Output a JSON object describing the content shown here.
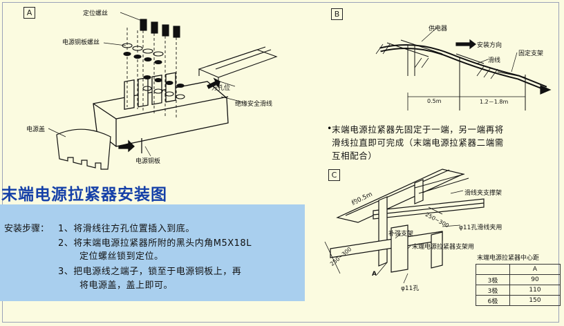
{
  "panel_a": {
    "letter": "A",
    "callouts": {
      "position_screw": "定位螺丝",
      "copper_plate_screw": "电源铜板螺丝",
      "square_hole": "方孔位",
      "insulated_conductor": "绝缘安全滑线",
      "power_cover": "电源盖",
      "copper_plate": "电源铜板"
    }
  },
  "panel_b": {
    "letter": "B",
    "callouts": {
      "power_feed": "供电器",
      "install_direction": "安装方向",
      "conductor": "滑线",
      "fixed_bracket": "固定支架"
    },
    "dimensions": {
      "left": "0.5m",
      "right": "1.2－1.8m"
    },
    "note_bullet": "•",
    "note_lines": [
      "末端电源拉紧器先固定于一端，另一端再将",
      "滑线拉直即可完成（末端电源拉紧器二端需",
      "互相配合）"
    ]
  },
  "panel_c": {
    "letter": "C",
    "callouts": {
      "clamp_bracket": "滑线夹支撑架",
      "clamp_hole": "φ11孔滑线夹用",
      "reinforce_bracket": "补强支架",
      "tensioner_bracket": "末端电源拉紧器支架用",
      "hole": "φ11孔",
      "length": "约0.5m",
      "dim_250_300_a": "250~300",
      "dim_250_300_b": "250~300",
      "marker_a": "A"
    },
    "table": {
      "title": "末端电源拉紧器中心距",
      "header": [
        "",
        "A"
      ],
      "rows": [
        [
          "3极",
          "90"
        ],
        [
          "3极",
          "110"
        ],
        [
          "6极",
          "150"
        ]
      ]
    }
  },
  "main_title": "末端电源拉紧器安装图",
  "steps": {
    "label": "安装步骤：",
    "items": [
      [
        "1、将滑线往方孔位置插入到底。"
      ],
      [
        "2、将末端电源拉紧器所附的黑头内角M5X18L",
        "定位螺丝锁到定位。"
      ],
      [
        "3、把电源线之端子，锁至于电源铜板上，再",
        "将电源盖，盖上即可。"
      ]
    ]
  },
  "colors": {
    "background": "#fbfbe0",
    "title": "#1540a8",
    "steps_box": "#a9cfee"
  }
}
